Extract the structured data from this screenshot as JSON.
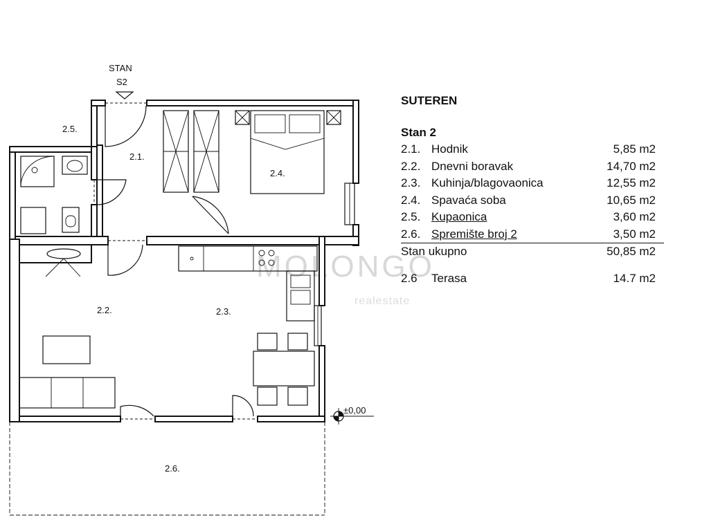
{
  "plan": {
    "entry_label_line1": "STAN",
    "entry_label_line2": "S2",
    "elevation": "±0,00",
    "rooms": {
      "hodnik": "2.1.",
      "dnevni": "2.2.",
      "kuhinja": "2.3.",
      "spavaca": "2.4.",
      "kupaonica": "2.5.",
      "terasa": "2.6."
    },
    "watermark": "MOLONGO",
    "watermark_sub": "realestate"
  },
  "legend": {
    "title": "SUTEREN",
    "subtitle": "Stan 2",
    "items": [
      {
        "num": "2.1.",
        "name": "Hodnik",
        "area": "5,85 m2"
      },
      {
        "num": "2.2.",
        "name": "Dnevni boravak",
        "area": "14,70 m2"
      },
      {
        "num": "2.3.",
        "name": "Kuhinja/blagovaonica",
        "area": "12,55 m2"
      },
      {
        "num": "2.4.",
        "name": "Spavaća soba",
        "area": "10,65 m2"
      },
      {
        "num": "2.5.",
        "name": "Kupaonica",
        "area": "3,60 m2"
      },
      {
        "num": "2.6.",
        "name": "Spremište broj 2",
        "area": "3,50 m2"
      }
    ],
    "total": {
      "name": "Stan ukupno",
      "area": "50,85 m2"
    },
    "terrace": {
      "num": "2.6",
      "name": "Terasa",
      "area": "14.7 m2"
    }
  }
}
